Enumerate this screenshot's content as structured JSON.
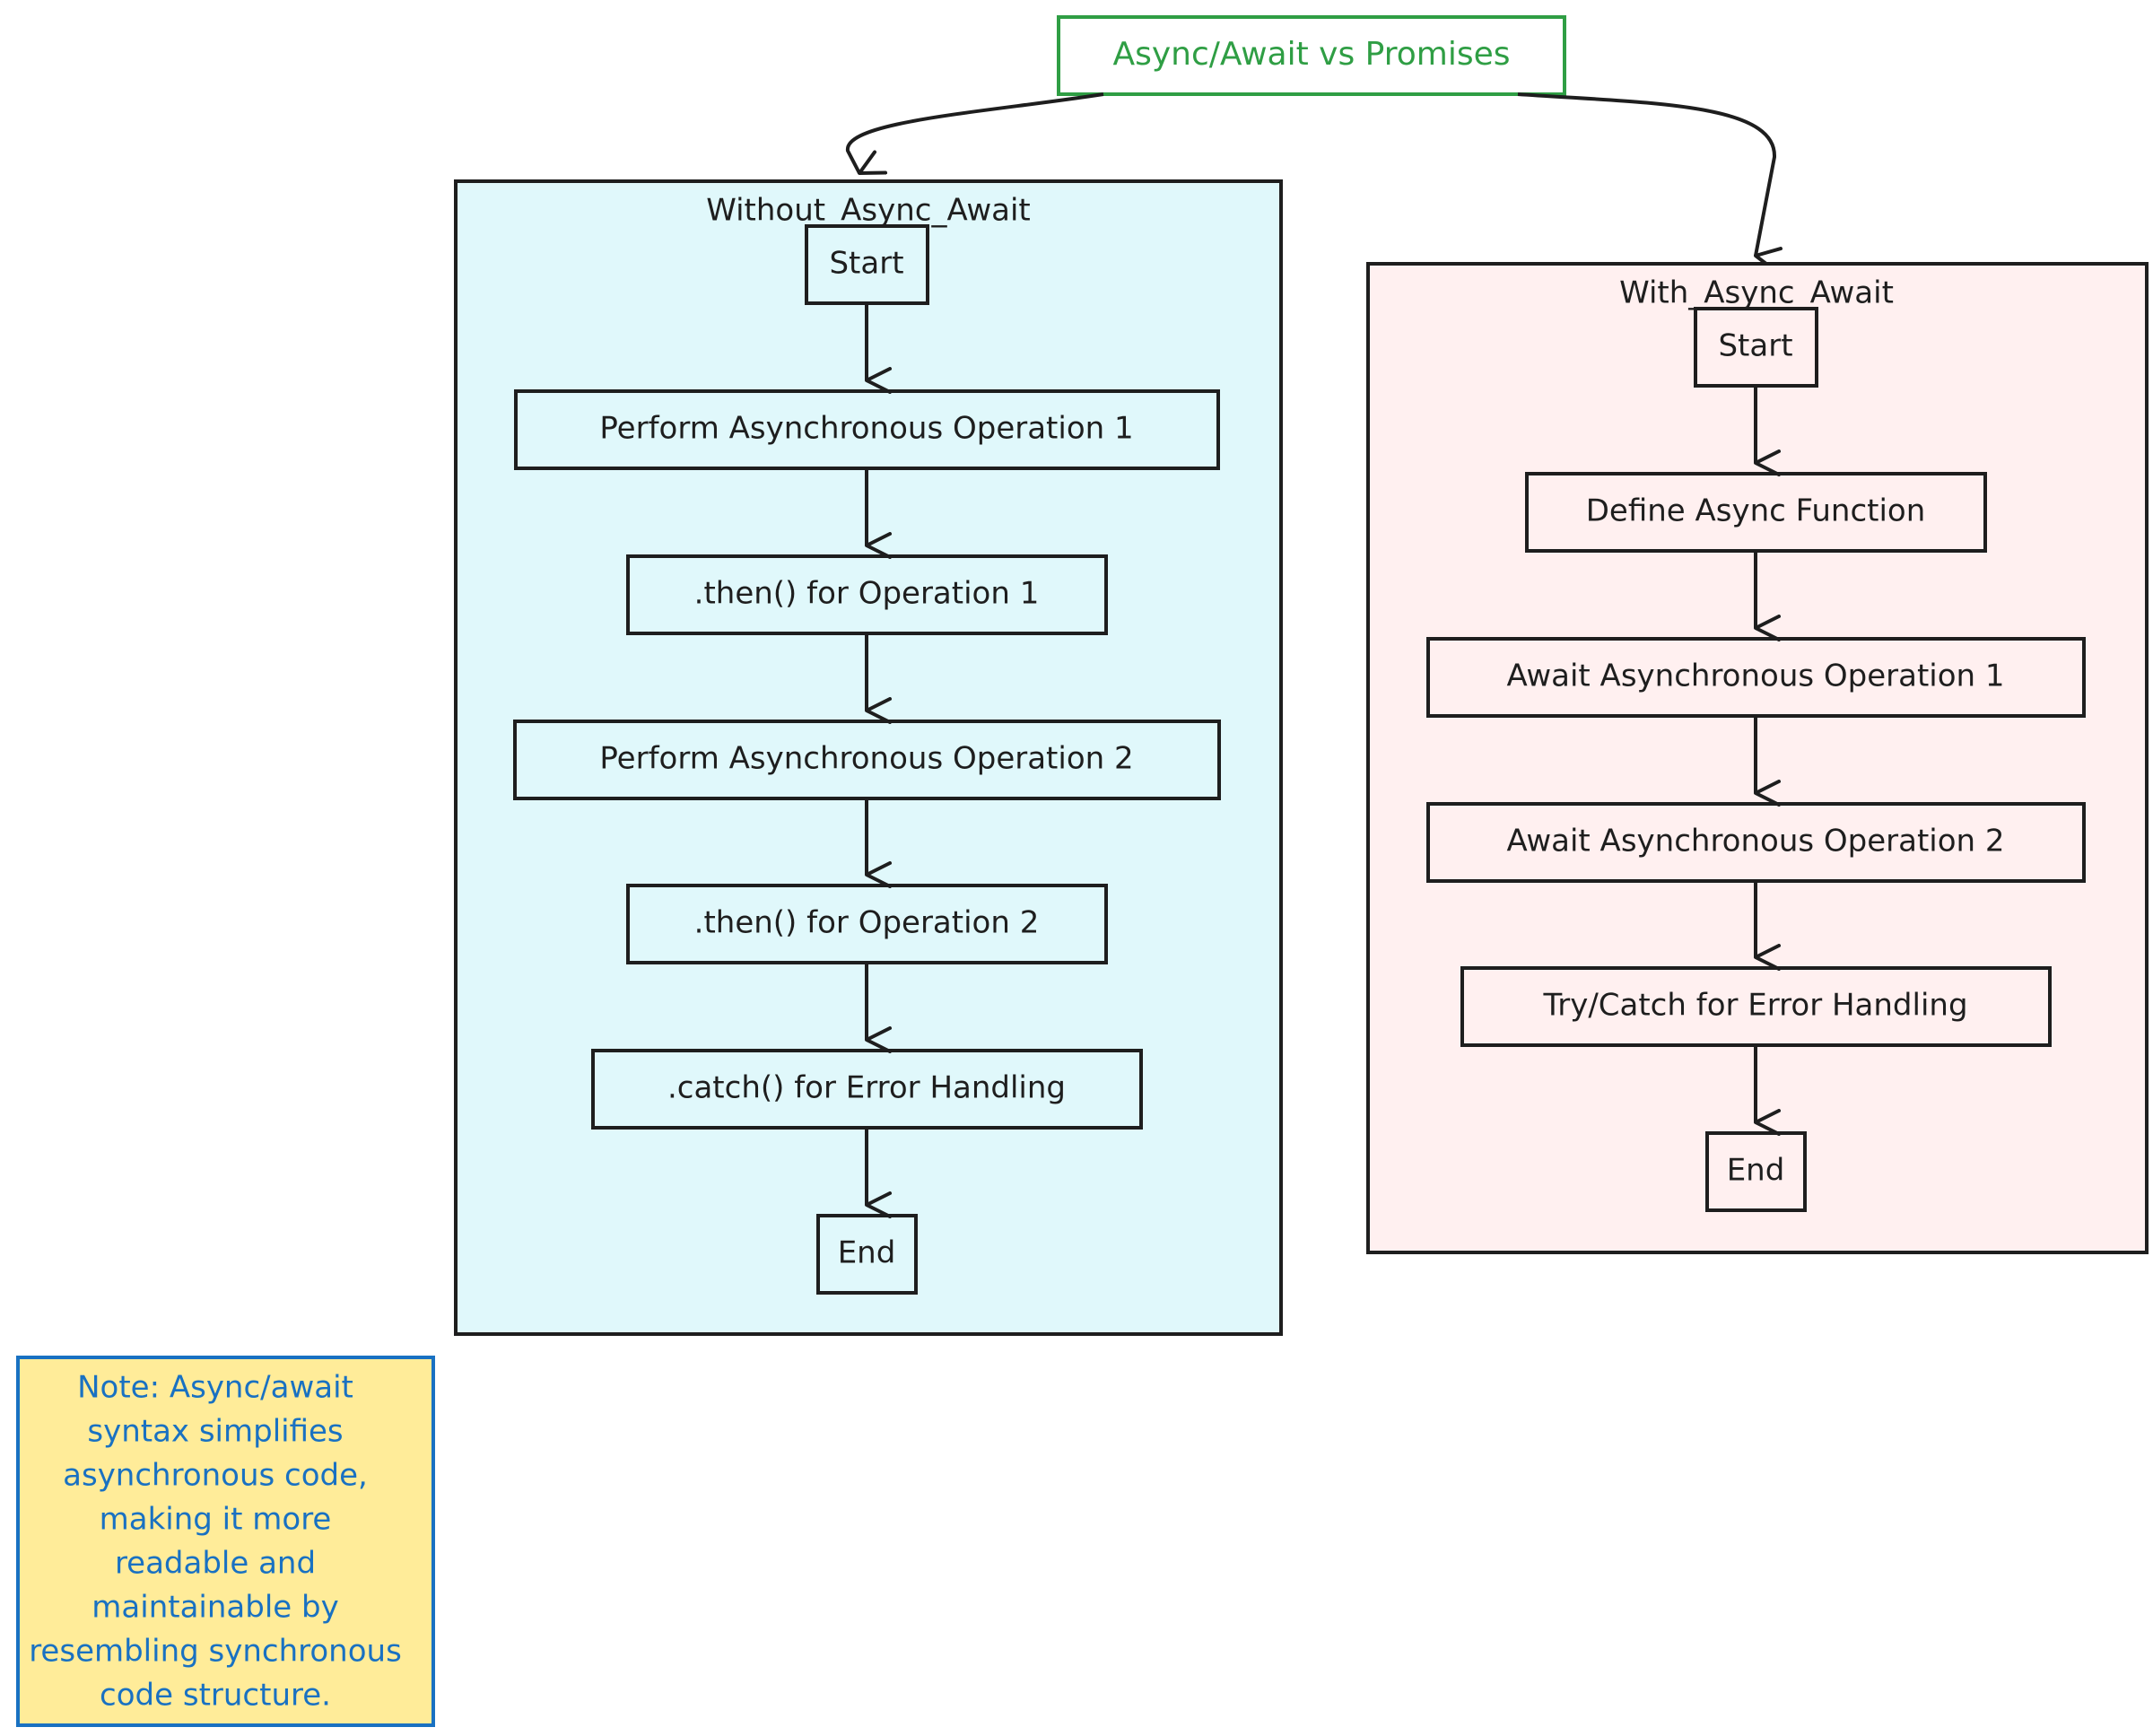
{
  "title": "Async/Await vs Promises",
  "colors": {
    "title_stroke": "#2f9e44",
    "title_text": "#2f9e44",
    "left_cluster_fill": "#e0f8fb",
    "right_cluster_fill": "#fff0f0",
    "note_fill": "#ffec99",
    "note_stroke": "#1971c2",
    "note_text": "#1971c2",
    "stroke": "#1e1e1e"
  },
  "left_cluster": {
    "label": "Without_Async_Await",
    "nodes": [
      "Start",
      "Perform Asynchronous Operation 1",
      ".then() for Operation 1",
      "Perform Asynchronous Operation 2",
      ".then() for Operation 2",
      ".catch() for Error Handling",
      "End"
    ]
  },
  "right_cluster": {
    "label": "With_Async_Await",
    "nodes": [
      "Start",
      "Define Async Function",
      "Await Asynchronous Operation 1",
      "Await Asynchronous Operation 2",
      "Try/Catch for Error Handling",
      "End"
    ]
  },
  "note": {
    "lines": [
      "Note: Async/await",
      "syntax simplifies",
      "asynchronous code,",
      "making it more",
      "readable and",
      "maintainable by",
      "resembling synchronous",
      "code structure."
    ]
  }
}
